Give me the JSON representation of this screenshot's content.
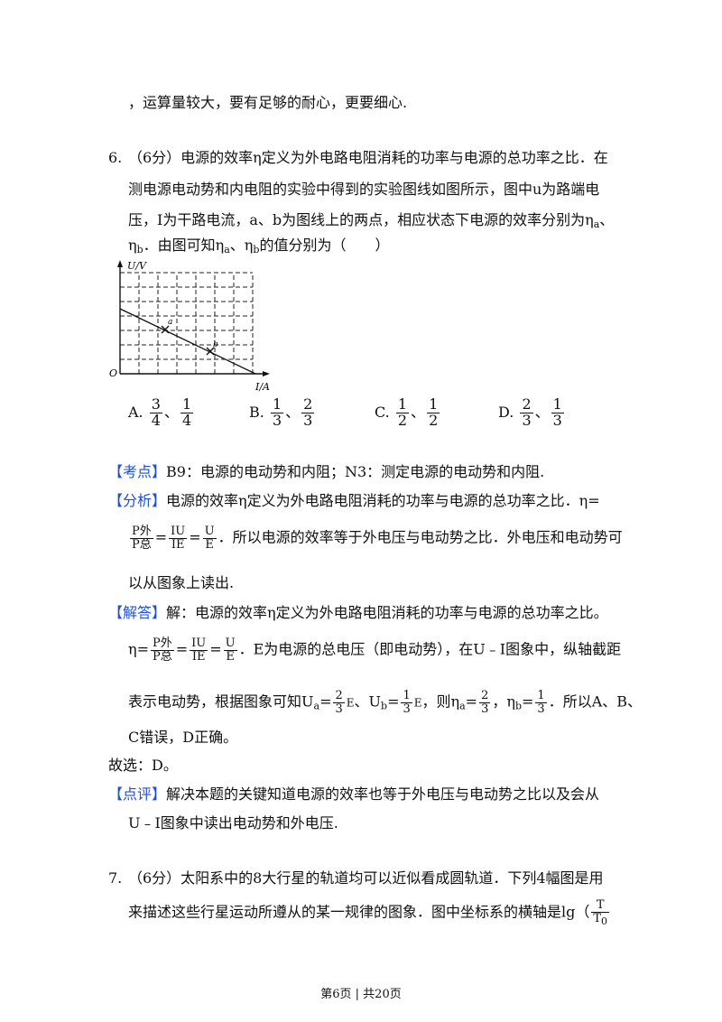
{
  "intro_line": "，运算量较大，要有足够的耐心，更要细心.",
  "q6": {
    "num": "6.",
    "line1": "（6分）电源的效率η定义为外电路电阻消耗的功率与电源的总功率之比．在",
    "line2": "测电源电动势和内电阻的实验中得到的实验图线如图所示，图中u为路端电",
    "line3": "压，I为干路电流，a、b为图线上的两点，相应状态下电源的效率分别为η",
    "line3_sub": "a",
    "line3_end": "、",
    "line4_a": "η",
    "line4_sub_b": "b",
    "line4_b": "．由图可知η",
    "line4_sub_a": "a",
    "line4_c": "、η",
    "line4_sub_b2": "b",
    "line4_d": "的值分别为（　　）",
    "graph": {
      "ylabel": "U/V",
      "xlabel": "I/A",
      "origin": "O",
      "point_a": "a",
      "point_b": "b"
    },
    "options": [
      {
        "label": "A.",
        "f1n": "3",
        "f1d": "4",
        "sep": "、",
        "f2n": "1",
        "f2d": "4"
      },
      {
        "label": "B.",
        "f1n": "1",
        "f1d": "3",
        "sep": "、",
        "f2n": "2",
        "f2d": "3"
      },
      {
        "label": "C.",
        "f1n": "1",
        "f1d": "2",
        "sep": "、",
        "f2n": "1",
        "f2d": "2"
      },
      {
        "label": "D.",
        "f1n": "2",
        "f1d": "3",
        "sep": "、",
        "f2n": "1",
        "f2d": "3"
      }
    ]
  },
  "kaodian": {
    "tag": "【考点】",
    "text": "B9：电源的电动势和内阻；N3：测定电源的电动势和内阻."
  },
  "fenxi": {
    "tag": "【分析】",
    "line1": "电源的效率η定义为外电路电阻消耗的功率与电源的总功率之比．η=",
    "p_wai": "P外",
    "p_zong": "P总",
    "iu": "IU",
    "ie": "IE",
    "u": "U",
    "e": "E",
    "line2": "．所以电源的效率等于外电压与电动势之比．外电压和电动势可",
    "line3": "以从图象上读出."
  },
  "jieda": {
    "tag": "【解答】",
    "line1": "解：电源的效率η定义为外电路电阻消耗的功率与电源的总功率之比。",
    "eta": "η=",
    "p_wai": "P外",
    "p_zong": "P总",
    "iu": "IU",
    "ie": "IE",
    "u": "U",
    "e": "E",
    "line2": "．E为电源的总电压（即电动势），在U﹣I图象中，纵轴截距",
    "l3_a": "表示电动势，根据图象可知U",
    "sub_a": "a",
    "eq1": "=",
    "ua_n": "2",
    "ua_d": "3",
    "e_letter": "E",
    "l3_b": "、U",
    "sub_b": "b",
    "ub_n": "1",
    "ub_d": "3",
    "l3_c": "，则η",
    "eta_a_n": "2",
    "eta_a_d": "3",
    "l3_d": "，η",
    "eta_b_n": "1",
    "eta_b_d": "3",
    "l3_e": "．所以A、B、",
    "line4": "C错误，D正确。"
  },
  "guxuan": "故选：D。",
  "dianping": {
    "tag": "【点评】",
    "line1": "解决本题的关键知道电源的效率也等于外电压与电动势之比以及会从",
    "line2": "U﹣I图象中读出电动势和外电压."
  },
  "q7": {
    "num": "7.",
    "line1": "（6分）太阳系中的8大行星的轨道均可以近似看成圆轨道．下列4幅图是用",
    "line2": "来描述这些行星运动所遵从的某一规律的图象．图中坐标系的横轴是lg（",
    "frac_n": "T",
    "frac_d": "T",
    "frac_d_sub": "0"
  },
  "footer": "第6页 | 共20页"
}
